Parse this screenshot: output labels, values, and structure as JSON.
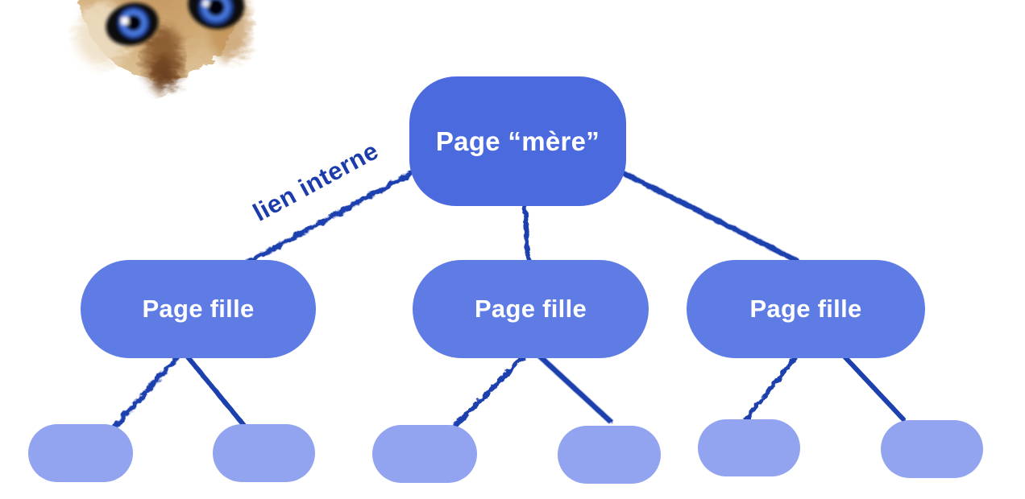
{
  "page": {
    "background_color": "#ffffff"
  },
  "mascot": {
    "name": "meerkat-photo",
    "description": "Upside-down meerkat face with large blue-ringed eyes, cropped by the top edge of the image",
    "fur_color": "#cfa873",
    "eye_ring_color": "#3a67d1"
  },
  "diagram": {
    "edge_label": "lien interne",
    "root": {
      "label": "Page “mère”"
    },
    "children": [
      {
        "label": "Page fille"
      },
      {
        "label": "Page fille"
      },
      {
        "label": "Page fille"
      }
    ],
    "grandchildren_count": 6,
    "colors": {
      "root_fill": "#4b6ade",
      "child_fill": "#5f7ce5",
      "grandchild_fill": "#92a3f0",
      "edge": "#1d3fad",
      "edge_label_text": "#1d3cab",
      "node_text": "#ffffff"
    }
  }
}
